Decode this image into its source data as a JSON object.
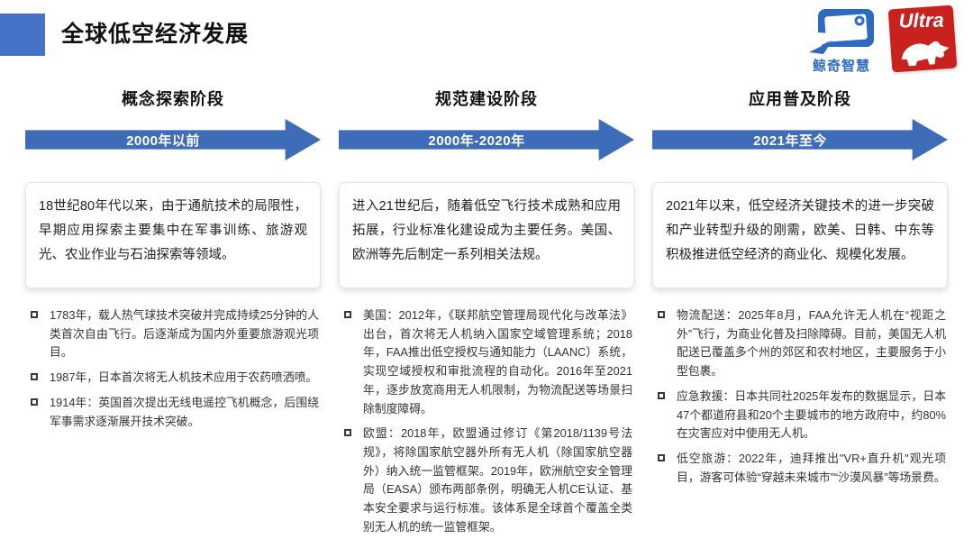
{
  "header": {
    "title": "全球低空经济发展",
    "logo_left": {
      "text": "鲸奇智慧"
    },
    "logo_right": {
      "text": "Ultra"
    }
  },
  "stages": [
    {
      "title": "概念探索阶段",
      "period": "2000年以前",
      "summary": "18世纪80年代以来，由于通航技术的局限性，早期应用探索主要集中在军事训练、旅游观光、农业作业与石油探索等领域。",
      "bullets": [
        "1783年，载人热气球技术突破并完成持续25分钟的人类首次自由飞行。后逐渐成为国内外重要旅游观光项目。",
        "1987年，日本首次将无人机技术应用于农药喷洒喷。",
        "1914年：英国首次提出无线电遥控飞机概念，后围绕军事需求逐渐展开技术突破。"
      ]
    },
    {
      "title": "规范建设阶段",
      "period": "2000年-2020年",
      "summary": "进入21世纪后，随着低空飞行技术成熟和应用拓展，行业标准化建设成为主要任务。美国、欧洲等先后制定一系列相关法规。",
      "bullets": [
        "美国：2012年，《联邦航空管理局现代化与改革法》出台，首次将无人机纳入国家空域管理系统；2018年，FAA推出低空授权与通知能力（LAANC）系统，实现空域授权和审批流程的自动化。2016年至2021年，逐步放宽商用无人机限制，为物流配送等场景扫除制度障碍。",
        "欧盟：2018年，欧盟通过修订《第2018/1139号法规》，将除国家航空器外所有无人机（除国家航空器外）纳入统一监管框架。2019年，欧洲航空安全管理局（EASA）颁布两部条例，明确无人机CE认证、基本安全要求与运行标准。该体系是全球首个覆盖全类别无人机的统一监管框架。"
      ]
    },
    {
      "title": "应用普及阶段",
      "period": "2021年至今",
      "summary": "2021年以来，低空经济关键技术的进一步突破和产业转型升级的刚需，欧美、日韩、中东等积极推进低空经济的商业化、规模化发展。",
      "bullets": [
        "物流配送：2025年8月，FAA允许无人机在“视距之外”飞行，为商业化普及扫除障碍。目前，美国无人机配送已覆盖多个州的郊区和农村地区，主要服务于小型包裹。",
        "应急救援：日本共同社2025年发布的数据显示，日本47个都道府县和20个主要城市的地方政府中，约80%在灾害应对中使用无人机。",
        "低空旅游：2022年，迪拜推出\"VR+直升机\"观光项目，游客可体验“穿越未来城市”“沙漠风暴”等场景费。"
      ]
    }
  ],
  "colors": {
    "accent-blue": "#4673C8",
    "arrow-blue": "#3E6CB8",
    "logo-blue": "#2E6BC0",
    "logo-red": "#C9211E",
    "text-dark": "#1A1A1A",
    "text-body": "#333333"
  }
}
